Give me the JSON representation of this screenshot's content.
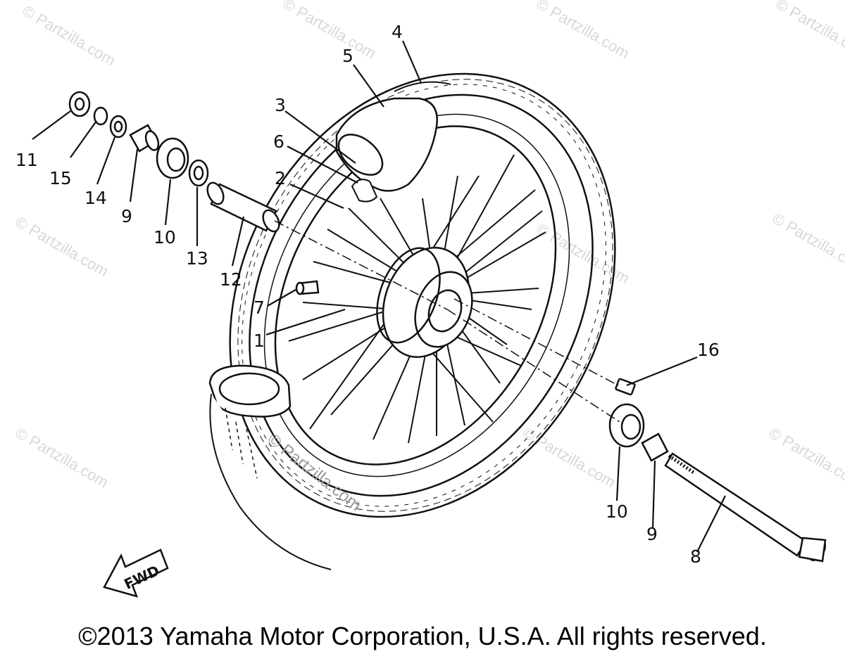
{
  "watermark": {
    "text": "© Partzilla.com",
    "center_text": "© Partzilla.com"
  },
  "callouts": {
    "c1": "1",
    "c2": "2",
    "c3": "3",
    "c4": "4",
    "c5": "5",
    "c6": "6",
    "c7": "7",
    "c8": "8",
    "c9a": "9",
    "c9b": "9",
    "c10a": "10",
    "c10b": "10",
    "c11": "11",
    "c12": "12",
    "c13": "13",
    "c14": "14",
    "c15": "15",
    "c16": "16"
  },
  "fwd_label": "FWD",
  "copyright": "©2013 Yamaha Motor Corporation, U.S.A. All rights reserved."
}
